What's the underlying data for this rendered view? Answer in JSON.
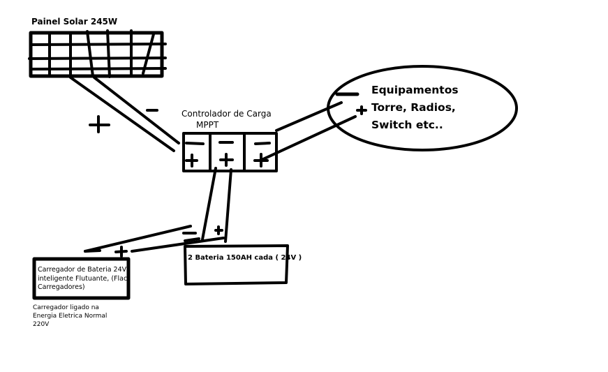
{
  "diagram": {
    "solar_panel": {
      "label": "Painel Solar 245W"
    },
    "charge_controller": {
      "label_line1": "Controlador de Carga",
      "label_line2": "MPPT",
      "terminal_signs": [
        "−",
        "+",
        "−",
        "+",
        "−",
        "+"
      ]
    },
    "equipment": {
      "lines": [
        "Equipamentos",
        "Torre, Radios,",
        "Switch etc.."
      ],
      "negative_sign": "−",
      "positive_sign": "+"
    },
    "wire_signs": {
      "panel_positive": "+",
      "panel_negative": "−",
      "battery_negative": "−",
      "battery_positive": "+",
      "charger_negative": "−",
      "charger_positive": "+"
    },
    "battery": {
      "label": "2 Bateria 150AH cada ( 24V )"
    },
    "charger": {
      "lines": [
        "Carregador de Bateria 24V",
        "inteligente Flutuante, (Flach",
        "Carregadores)"
      ]
    },
    "charger_note": {
      "lines": [
        "Carregador ligado na",
        "Energia Eletrica Normal",
        "220V"
      ]
    },
    "stroke_color": "#000000",
    "background_color": "#ffffff"
  }
}
